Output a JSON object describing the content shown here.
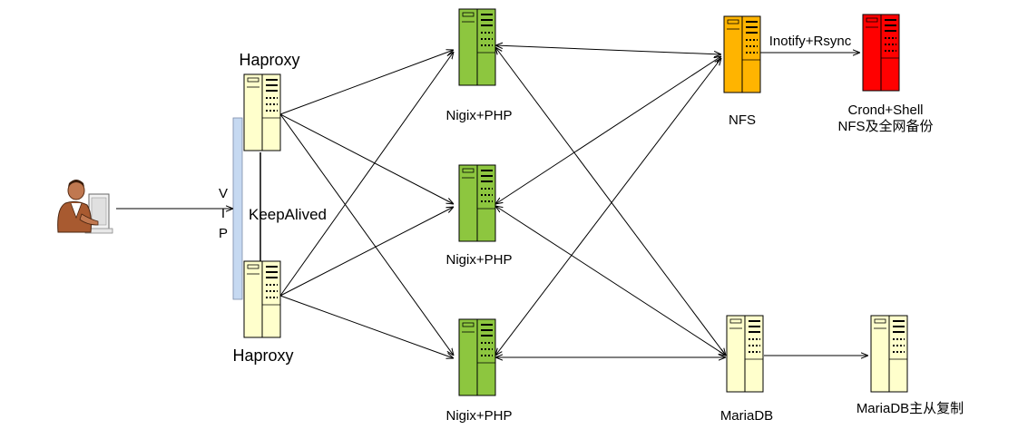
{
  "nodes": {
    "haproxy_top": {
      "label": "Haproxy",
      "color": "#ffffcc"
    },
    "haproxy_bottom": {
      "label": "Haproxy",
      "color": "#ffffcc"
    },
    "web1": {
      "label": "Nigix+PHP",
      "color": "#8dc63f"
    },
    "web2": {
      "label": "Nigix+PHP",
      "color": "#8dc63f"
    },
    "web3": {
      "label": "Nigix+PHP",
      "color": "#8dc63f"
    },
    "nfs": {
      "label": "NFS",
      "color": "#ffb400"
    },
    "backup": {
      "label_line1": "Crond+Shell",
      "label_line2": "NFS及全网备份",
      "color": "#ff0000"
    },
    "mariadb": {
      "label": "MariaDB",
      "color": "#ffffcc"
    },
    "mariadb_replica": {
      "label": "MariaDB主从复制",
      "color": "#ffffcc"
    },
    "user": {
      "icon": "user-at-computer-icon"
    }
  },
  "vip": {
    "letters": [
      "V",
      "I",
      "P"
    ],
    "color": "#c6d9f1"
  },
  "keepalived_label": "KeepAlived",
  "edge_labels": {
    "nfs_to_backup": "Inotify+Rsync"
  }
}
